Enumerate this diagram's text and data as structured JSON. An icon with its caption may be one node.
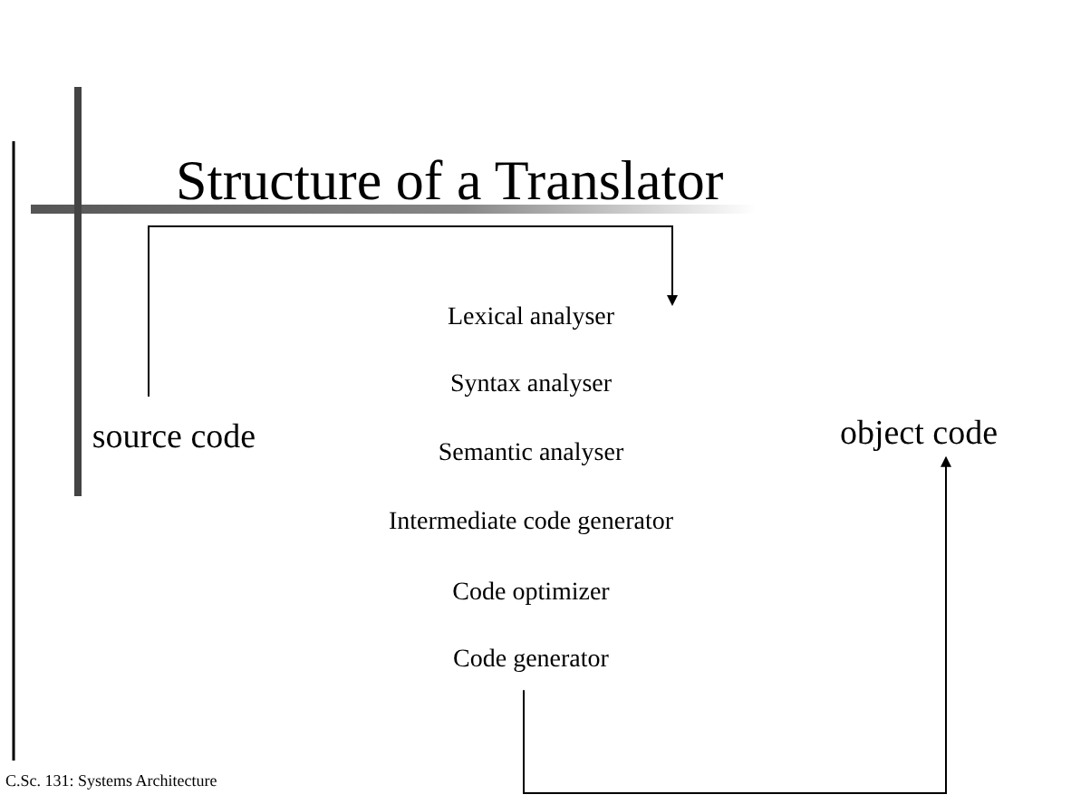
{
  "diagram": {
    "title": "Structure of a Translator",
    "nodes": [
      {
        "text": [
          "source code"
        ]
      },
      {
        "text": [
          "Lexical analyser"
        ]
      },
      {
        "text": [
          "Syntax analyser"
        ]
      },
      {
        "text": [
          "Semantic analyser"
        ]
      },
      {
        "text": [
          "Intermediate code generator"
        ]
      },
      {
        "text": [
          "Code optimizer"
        ]
      },
      {
        "text": [
          "Code generator"
        ]
      },
      {
        "text": [
          "object code"
        ]
      }
    ],
    "edges": [
      {
        "from": 0,
        "to": 1,
        "arrow": "to"
      },
      {
        "from": 6,
        "to": 7,
        "arrow": "to"
      }
    ],
    "labels": [
      "C.Sc. 131: Systems Architecture"
    ]
  }
}
